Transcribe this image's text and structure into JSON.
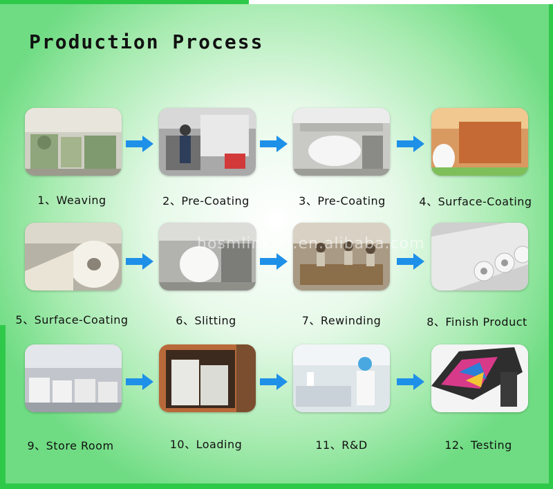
{
  "title": "Production Process",
  "watermark": "hosmlinkjet.en.alibaba.com",
  "steps": [
    {
      "label": "1、Weaving",
      "icon": "weaving-machine-icon"
    },
    {
      "label": "2、Pre-Coating",
      "icon": "coating-machine-icon"
    },
    {
      "label": "3、Pre-Coating",
      "icon": "coating-roll-icon"
    },
    {
      "label": "4、Surface-Coating",
      "icon": "factory-line-icon"
    },
    {
      "label": "5、Surface-Coating",
      "icon": "paper-roll-icon"
    },
    {
      "label": "6、Slitting",
      "icon": "slitting-machine-icon"
    },
    {
      "label": "7、Rewinding",
      "icon": "rewinding-workers-icon"
    },
    {
      "label": "8、Finish Product",
      "icon": "finished-rolls-icon"
    },
    {
      "label": "9、Store Room",
      "icon": "warehouse-icon"
    },
    {
      "label": "10、Loading",
      "icon": "container-icon"
    },
    {
      "label": "11、R&D",
      "icon": "laboratory-icon"
    },
    {
      "label": "12、Testing",
      "icon": "printer-icon"
    }
  ],
  "colors": {
    "arrow": "#1e90e8",
    "band": "#2fc94a"
  }
}
